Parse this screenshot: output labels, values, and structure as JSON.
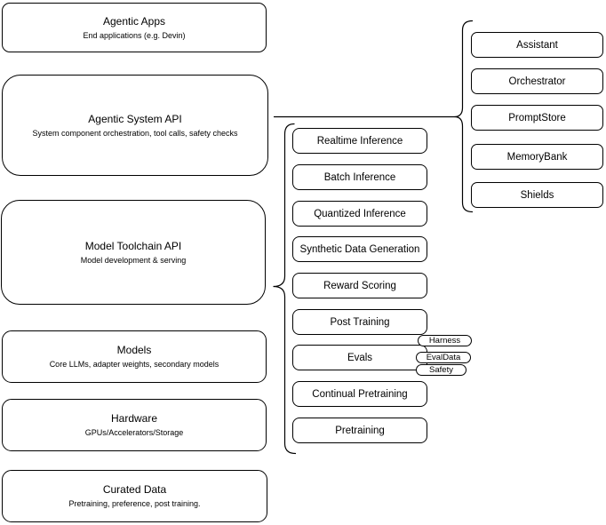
{
  "diagram": {
    "colors": {
      "stroke": "#000000",
      "fill": "#ffffff",
      "text": "#000000",
      "background": "#ffffff"
    },
    "stack_boxes": [
      {
        "title": "Agentic Apps",
        "subtitle": "End applications (e.g. Devin)"
      },
      {
        "title": "Agentic System API",
        "subtitle": "System component orchestration, tool calls, safety checks"
      },
      {
        "title": "Model Toolchain API",
        "subtitle": "Model development & serving"
      },
      {
        "title": "Models",
        "subtitle": "Core LLMs, adapter weights, secondary models"
      },
      {
        "title": "Hardware",
        "subtitle": "GPUs/Accelerators/Storage"
      },
      {
        "title": "Curated Data",
        "subtitle": "Pretraining, preference, post training."
      }
    ],
    "toolchain_items": [
      {
        "label": "Realtime Inference"
      },
      {
        "label": "Batch Inference"
      },
      {
        "label": "Quantized Inference"
      },
      {
        "label": "Synthetic Data Generation"
      },
      {
        "label": "Reward Scoring"
      },
      {
        "label": "Post Training"
      },
      {
        "label": "Evals"
      },
      {
        "label": "Continual Pretraining"
      },
      {
        "label": "Pretraining"
      }
    ],
    "eval_tags": [
      {
        "label": "Harness"
      },
      {
        "label": "EvalData"
      },
      {
        "label": "Safety"
      }
    ],
    "system_components": [
      {
        "label": "Assistant"
      },
      {
        "label": "Orchestrator"
      },
      {
        "label": "PromptStore"
      },
      {
        "label": "MemoryBank"
      },
      {
        "label": "Shields"
      }
    ]
  }
}
